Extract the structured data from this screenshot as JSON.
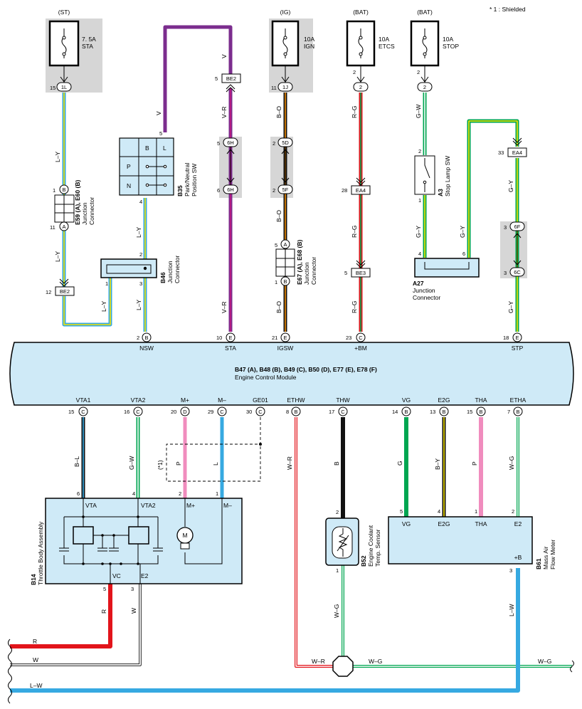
{
  "colors": {
    "light_blue": "#36a9e1",
    "yellow": "#f4e300",
    "purple": "#7b2d8e",
    "magenta": "#c0177f",
    "orange": "#f08a00",
    "red": "#e2141b",
    "green": "#00a651",
    "pink": "#f08cbe",
    "black": "#111111",
    "white_wire": "#ffffff",
    "ecm_fill": "#cfeaf7",
    "gray_box": "#d6d6d6"
  },
  "note": "* 1 : Shielded",
  "fuses": [
    {
      "source": "(ST)",
      "rating": "7. 5A",
      "name": "STA",
      "pin": "15",
      "conn": "1L"
    },
    {
      "source": "(IG)",
      "rating": "10A",
      "name": "IGN",
      "pin": "11",
      "conn": "1J"
    },
    {
      "source": "(BAT)",
      "rating": "10A",
      "name": "ETCS",
      "pin": "2",
      "conn": "2"
    },
    {
      "source": "(BAT)",
      "rating": "10A",
      "name": "STOP",
      "pin": "2",
      "conn": "2"
    }
  ],
  "wire_labels": {
    "ly1": "L–Y",
    "ly2": "L–Y",
    "ly3": "L–Y",
    "ly4": "L–Y",
    "ly5": "L–Y",
    "v1": "V",
    "v2": "V",
    "vr1": "V–R",
    "vr2": "V–R",
    "bo1": "B–O",
    "bo2": "B–O",
    "bo3": "B–O",
    "rg1": "R–G",
    "rg2": "R–G",
    "rg3": "R–G",
    "gw1": "G–W",
    "gy1": "G–Y",
    "gy2": "G–Y",
    "gy3": "G–Y",
    "gy4": "G–Y",
    "bl": "B–L",
    "gw2": "G–W",
    "p1": "P",
    "l1": "L",
    "wr1": "W–R",
    "b1": "B",
    "g1": "G",
    "by1": "B–Y",
    "p2": "P",
    "wg1": "W–G",
    "r1": "R",
    "w1": "W",
    "lw1": "L–W",
    "wg2": "W–G",
    "r2": "R",
    "w2": "W",
    "lw2": "L–W",
    "wr2": "W–R",
    "wg3": "W–G",
    "wg4": "W–G",
    "shield": "(*1)"
  },
  "connectors": {
    "be2_top": {
      "pin": "5",
      "id": "BE2"
    },
    "h6_top": {
      "pin": "5",
      "id": "6H"
    },
    "h6_bot": {
      "pin": "6",
      "id": "6H"
    },
    "d5": {
      "pin": "2",
      "id": "5D"
    },
    "f5": {
      "pin": "2",
      "id": "5F"
    },
    "ea4_left": {
      "pin": "28",
      "id": "EA4"
    },
    "be3": {
      "pin": "5",
      "id": "BE3"
    },
    "ea4_right": {
      "pin": "33",
      "id": "EA4"
    },
    "f6": {
      "pin": "3",
      "id": "6F"
    },
    "c6": {
      "pin": "3",
      "id": "6C"
    },
    "be2_left": {
      "pin": "12",
      "id": "BE2"
    }
  },
  "components": {
    "e59": {
      "code": "E59 (A), E60 (B)",
      "name1": "Junction",
      "name2": "Connector",
      "pin_top": "1",
      "pin_top_c": "B",
      "pin_bot": "11",
      "pin_bot_c": "A"
    },
    "b35": {
      "code": "B35",
      "name1": "Park/Neutral",
      "name2": "Position SW",
      "pin_top": "5",
      "pin_bot": "4",
      "label_b": "B",
      "label_l": "L",
      "label_p": "P",
      "label_n": "N"
    },
    "b46": {
      "code": "B46",
      "name1": "Junction",
      "name2": "Connector",
      "pin_a": "2",
      "pin_b": "1",
      "pin_c": "3"
    },
    "e67": {
      "code": "E67 (A), E68 (B)",
      "name1": "Junction",
      "name2": "Connector",
      "pin_top": "5",
      "pin_top_c": "A",
      "pin_bot": "1",
      "pin_bot_c": "B"
    },
    "a3": {
      "code": "A3",
      "name": "Stop Lamp SW",
      "pin_top": "2",
      "pin_bot": "1"
    },
    "a27": {
      "code": "A27",
      "name1": "Junction",
      "name2": "Connector",
      "pin_a": "4",
      "pin_b": "6"
    },
    "b14": {
      "code": "B14",
      "name": "Throttle Body Assembly",
      "pin_vta": "6",
      "pin_vta2": "4",
      "pin_mp": "2",
      "pin_mm": "1",
      "pin_vc": "5",
      "pin_e2": "3",
      "l_vta": "VTA",
      "l_vta2": "VTA2",
      "l_mp": "M+",
      "l_mm": "M–",
      "l_vc": "VC",
      "l_e2": "E2",
      "motor": "M"
    },
    "b52": {
      "code": "B52",
      "name1": "Engine Coolant",
      "name2": "Temp. Sensor",
      "pin_top": "2",
      "pin_bot": "1"
    },
    "b61": {
      "code": "B61",
      "name1": "Mass Air",
      "name2": "Flow Meter",
      "pin_vg": "5",
      "pin_e2g": "4",
      "pin_tha": "1",
      "pin_e2": "2",
      "pin_b": "3",
      "l_vg": "VG",
      "l_e2g": "E2G",
      "l_tha": "THA",
      "l_e2": "E2",
      "l_b": "+B"
    }
  },
  "ecm": {
    "title": "B47 (A), B48 (B), B49 (C), B50 (D), E77 (E), E78 (F)",
    "subtitle": "Engine Control Module",
    "top_pins": [
      {
        "num": "2",
        "conn": "B",
        "label": "NSW"
      },
      {
        "num": "10",
        "conn": "E",
        "label": "STA"
      },
      {
        "num": "21",
        "conn": "E",
        "label": "IGSW"
      },
      {
        "num": "23",
        "conn": "C",
        "label": "+BM"
      },
      {
        "num": "18",
        "conn": "E",
        "label": "STP"
      }
    ],
    "bottom_pins": [
      {
        "num": "15",
        "conn": "C",
        "label": "VTA1"
      },
      {
        "num": "16",
        "conn": "C",
        "label": "VTA2"
      },
      {
        "num": "20",
        "conn": "D",
        "label": "M+"
      },
      {
        "num": "29",
        "conn": "C",
        "label": "M–"
      },
      {
        "num": "30",
        "conn": "C",
        "label": "GE01"
      },
      {
        "num": "8",
        "conn": "B",
        "label": "ETHW"
      },
      {
        "num": "17",
        "conn": "C",
        "label": "THW"
      },
      {
        "num": "14",
        "conn": "B",
        "label": "VG"
      },
      {
        "num": "13",
        "conn": "B",
        "label": "E2G"
      },
      {
        "num": "15",
        "conn": "B",
        "label": "THA"
      },
      {
        "num": "7",
        "conn": "B",
        "label": "ETHA"
      }
    ]
  }
}
